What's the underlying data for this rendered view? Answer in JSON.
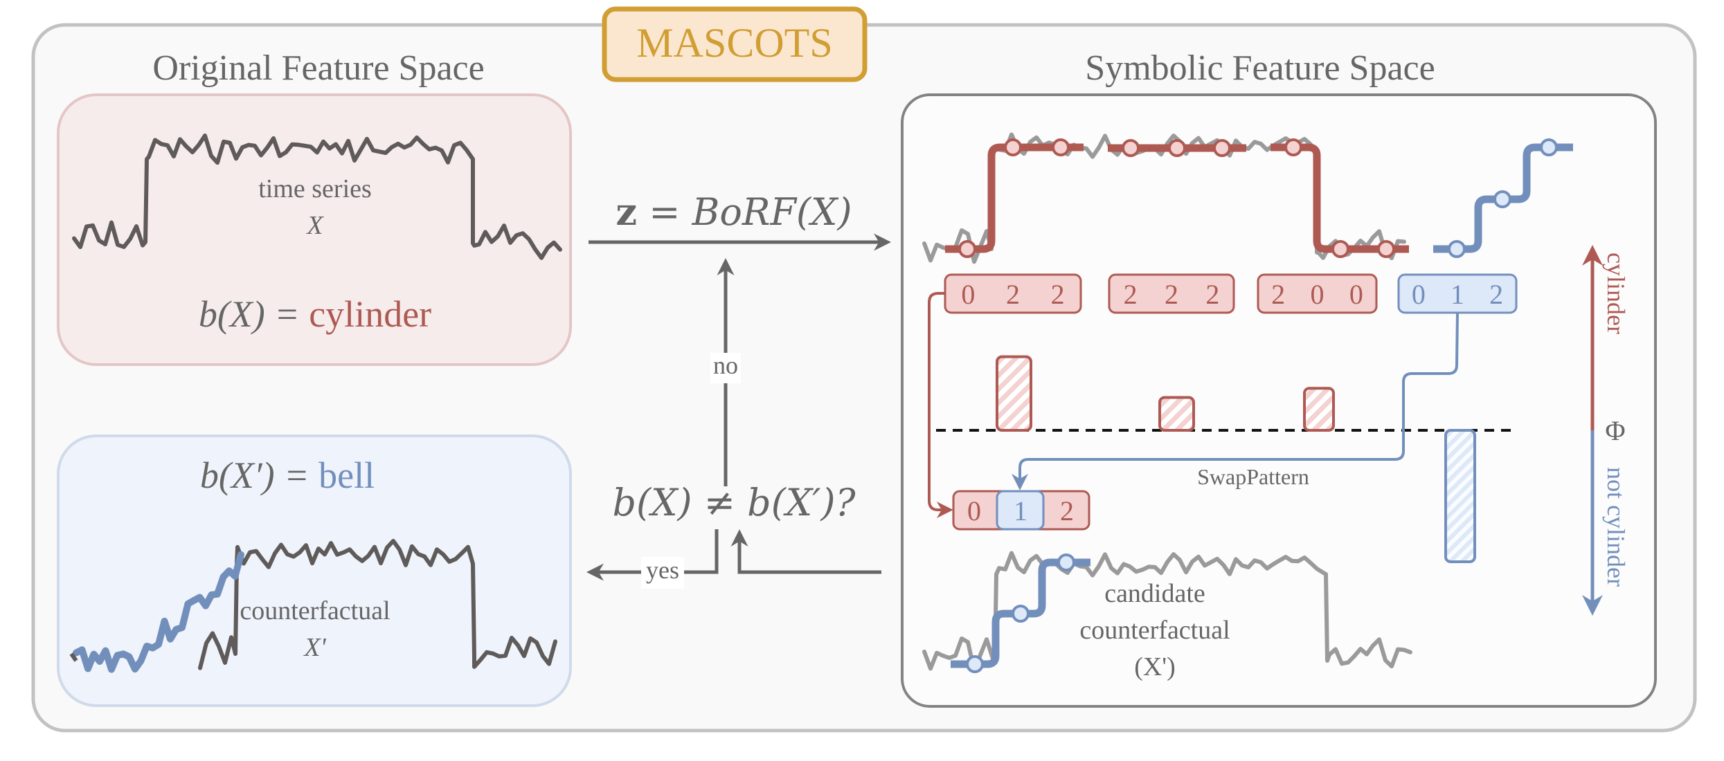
{
  "title": "MASCOTS",
  "colors": {
    "red": "#ae5a53",
    "red_fill": "#f3d2d1",
    "blue": "#728fbc",
    "blue_fill": "#dde8f8",
    "gold": "#d19e33",
    "gold_fill": "#fbe7d0",
    "gray_text": "#666666",
    "series_dark": "#5f5b5a",
    "series_light": "#9a9a9a"
  },
  "original_space": {
    "title": "Original Feature Space",
    "input_panel": {
      "series_label_line1": "time series",
      "series_label_line2": "X",
      "prediction_prefix": "b(X) = ",
      "prediction_class": "cylinder"
    },
    "output_panel": {
      "prediction_prefix": "b(X′) = ",
      "prediction_class": "bell",
      "series_label_line1": "counterfactual",
      "series_label_line2": "X'"
    }
  },
  "flow": {
    "transform_label_bold": "z",
    "transform_label_rest": " = BoRF(X)",
    "decision_label": "b(X) ≠ b(X′)?",
    "no_label": "no",
    "yes_label": "yes"
  },
  "symbolic_space": {
    "title": "Symbolic Feature Space",
    "words": [
      {
        "symbols": [
          "0",
          "2",
          "2"
        ],
        "class": "cylinder"
      },
      {
        "symbols": [
          "2",
          "2",
          "2"
        ],
        "class": "cylinder"
      },
      {
        "symbols": [
          "2",
          "0",
          "0"
        ],
        "class": "cylinder"
      },
      {
        "symbols": [
          "0",
          "1",
          "2"
        ],
        "class": "not cylinder"
      }
    ],
    "importance": {
      "threshold_symbol": "Φ",
      "bars": [
        {
          "word": "0 2 2",
          "value": 0.56,
          "direction": "cylinder"
        },
        {
          "word": "2 2 2",
          "value": 0.25,
          "direction": "cylinder"
        },
        {
          "word": "2 0 0",
          "value": 0.32,
          "direction": "cylinder"
        },
        {
          "word": "0 1 2",
          "value": -1.0,
          "direction": "not cylinder"
        }
      ],
      "axis_up_label": "cylinder",
      "axis_down_label": "not cylinder"
    },
    "swap_operation": "SwapPattern",
    "swapped_word": {
      "symbols": [
        "0",
        "1",
        "2"
      ],
      "swapped_index": 1
    },
    "candidate_label_line1": "candidate",
    "candidate_label_line2": "counterfactual",
    "candidate_label_line3": "(X')"
  }
}
